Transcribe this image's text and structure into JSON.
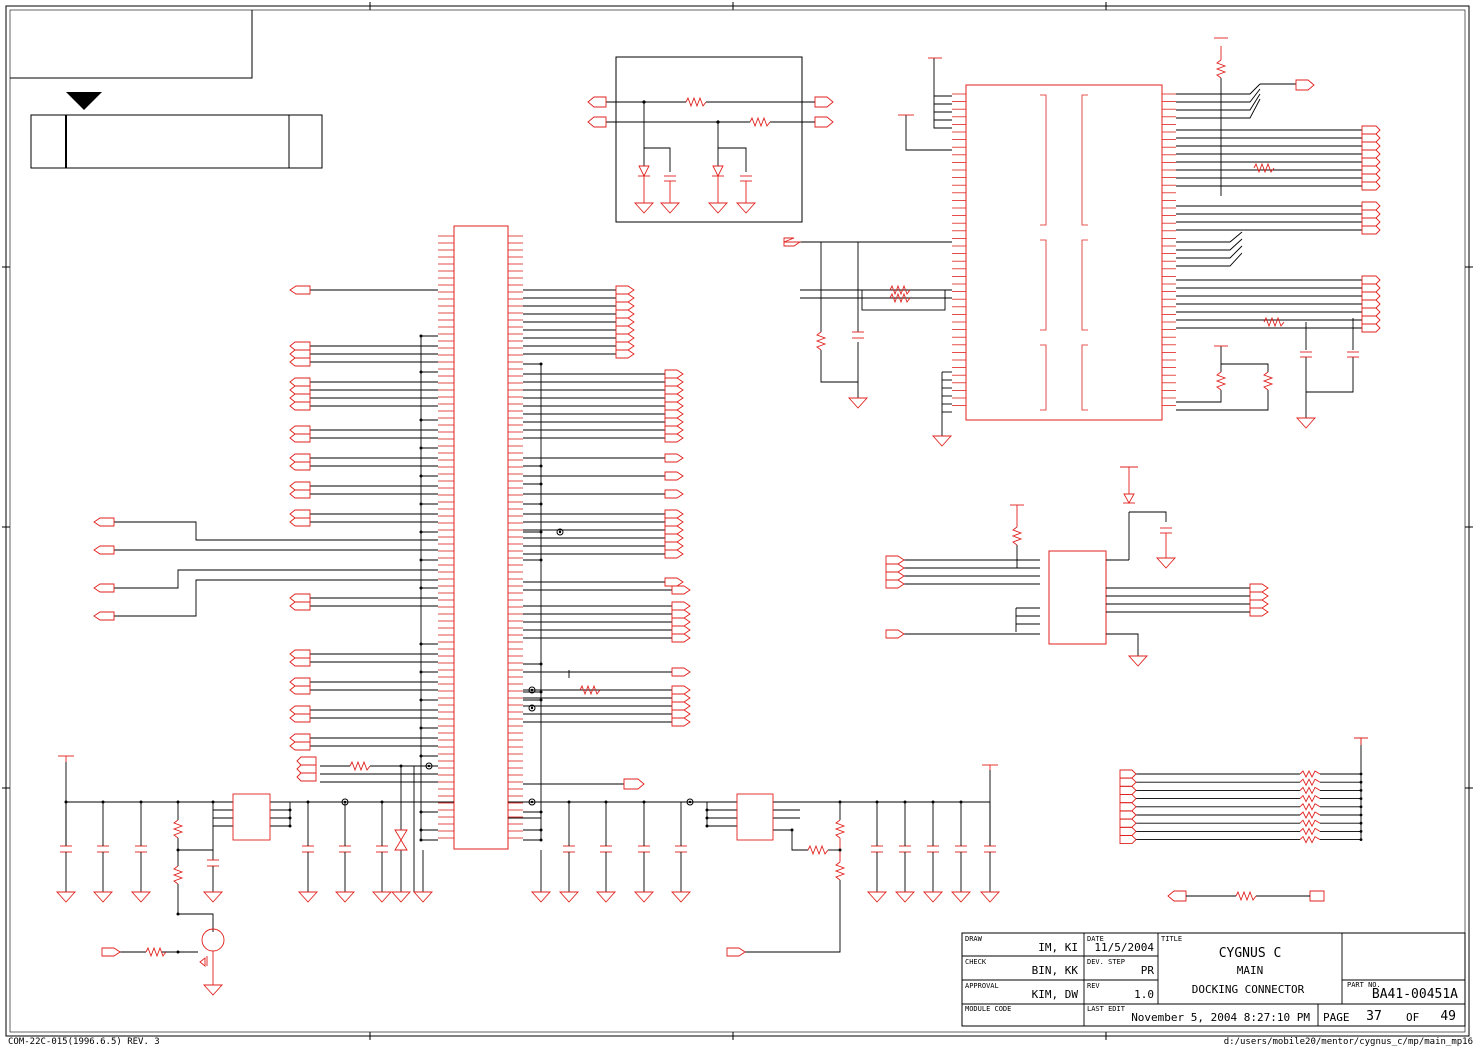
{
  "title_block": {
    "draw_label": "DRAW",
    "draw_value": "IM, KI",
    "check_label": "CHECK",
    "check_value": "BIN, KK",
    "approval_label": "APPROVAL",
    "approval_value": "KIM, DW",
    "module_code_label": "MODULE CODE",
    "date_label": "DATE",
    "date_value": "11/5/2004",
    "dev_step_label": "DEV. STEP",
    "dev_step_value": "PR",
    "rev_label": "REV",
    "rev_value": "1.0",
    "last_edit_label": "LAST EDIT",
    "last_edit_value": "November 5, 2004  8:27:10 PM",
    "title_label": "TITLE",
    "title_line1": "CYGNUS C",
    "title_line2": "MAIN",
    "title_line3": "DOCKING CONNECTOR",
    "part_no_label": "PART NO.",
    "part_no_value": "BA41-00451A",
    "page_label": "PAGE",
    "page_value": "37",
    "of_label": "OF",
    "of_value": "49"
  },
  "footer": {
    "form_code": "COM-22C-015(1996.6.5) REV. 3",
    "file_path": "d:/users/mobile20/mentor/cygnus_c/mp/main_mp16"
  },
  "colors": {
    "schematic": "#e0201c",
    "wire": "#000000",
    "frame": "#000000"
  }
}
